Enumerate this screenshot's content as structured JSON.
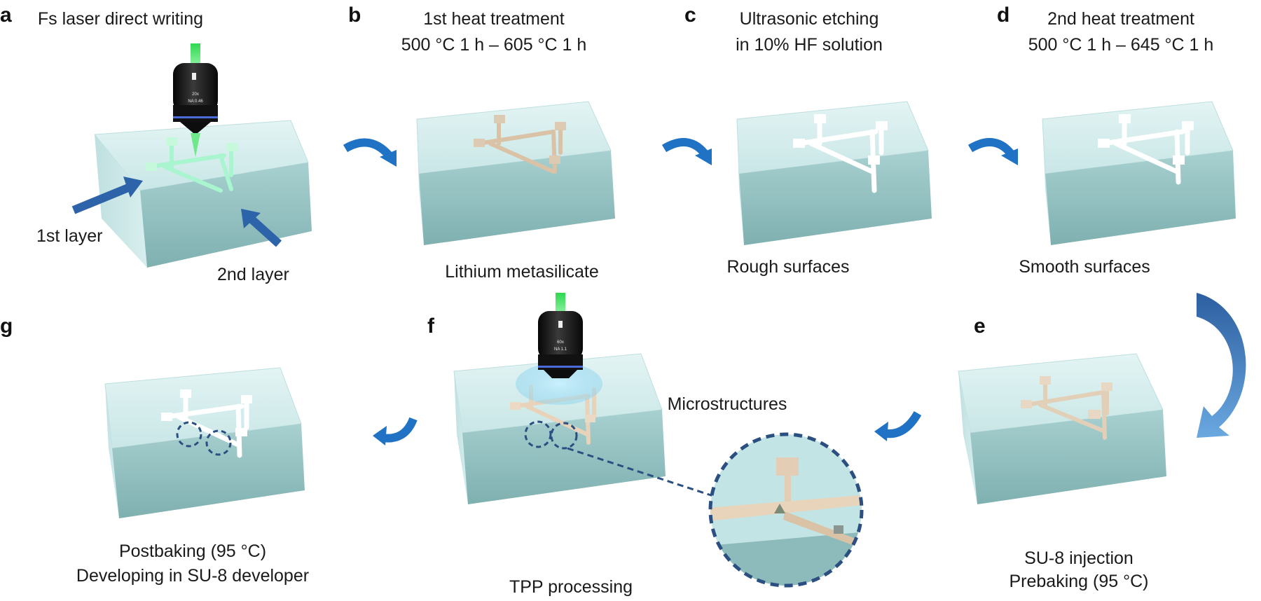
{
  "panels": {
    "a": {
      "letter": "a",
      "title": "Fs laser direct writing",
      "label_1": "1st layer",
      "label_2": "2nd layer",
      "objective_mag": "20x",
      "objective_na": "NA 0.46"
    },
    "b": {
      "letter": "b",
      "title_1": "1st heat treatment",
      "title_2": "500 °C 1 h – 605 °C 1 h",
      "caption": "Lithium metasilicate"
    },
    "c": {
      "letter": "c",
      "title_1": "Ultrasonic etching",
      "title_2": "in 10% HF solution",
      "caption": "Rough surfaces"
    },
    "d": {
      "letter": "d",
      "title_1": "2nd heat treatment",
      "title_2": "500 °C 1 h – 645 °C 1 h",
      "caption": "Smooth surfaces"
    },
    "e": {
      "letter": "e",
      "caption_1": "SU-8 injection",
      "caption_2": "Prebaking (95 °C)"
    },
    "f": {
      "letter": "f",
      "caption": "TPP processing",
      "inset_title": "Microstructures",
      "objective_mag": "60x",
      "objective_na": "NA 1.1"
    },
    "g": {
      "letter": "g",
      "caption_1": "Postbaking (95 °C)",
      "caption_2": "Developing in SU-8 developer"
    }
  },
  "colors": {
    "glass_top": "#d7eeee",
    "glass_front": "#8fbcbc",
    "glass_side": "#a9d0d0",
    "arrow_blue": "#1f72c4",
    "big_arrow": "#4a8fd0",
    "channel_green": "#9ef0c8",
    "channel_tan": "#d9c2a6",
    "channel_white": "#ffffff",
    "laser_green": "#39e05a",
    "circle_dash": "#2a4f80"
  }
}
